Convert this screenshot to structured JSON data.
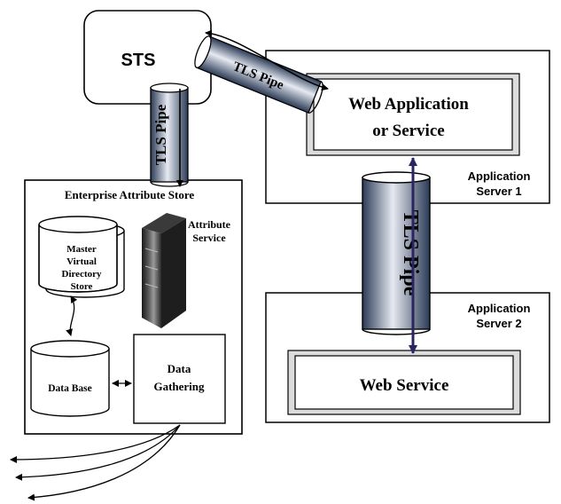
{
  "nodes": {
    "sts": {
      "label": "STS"
    },
    "app_server_1": {
      "label_line1": "Application",
      "label_line2": "Server 1"
    },
    "app_server_2": {
      "label_line1": "Application",
      "label_line2": "Server 2"
    },
    "web_app": {
      "label_line1": "Web Application",
      "label_line2": "or Service"
    },
    "web_service": {
      "label": "Web Service"
    },
    "enterprise_store": {
      "label": "Enterprise Attribute Store"
    },
    "attribute_service": {
      "label_line1": "Attribute",
      "label_line2": "Service"
    },
    "master_directory": {
      "line1": "Master",
      "line2": "Virtual",
      "line3": "Directory",
      "line4": "Store"
    },
    "database": {
      "label": "Data Base"
    },
    "data_gathering": {
      "label_line1": "Data",
      "label_line2": "Gathering"
    }
  },
  "pipes": {
    "sts_to_store": "TLS Pipe",
    "sts_to_webapp": "TLS Pipe",
    "server1_to_server2": "TLS Pipe"
  },
  "colors": {
    "pipe_dark": "#2b3a55",
    "pipe_light": "#e6eaf2",
    "arrow_dark": "#2a2460"
  }
}
